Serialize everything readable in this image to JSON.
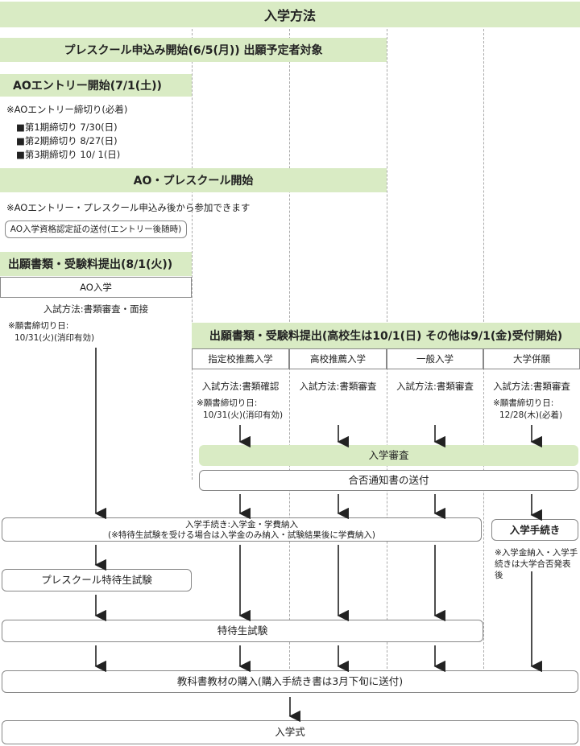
{
  "title": "入学方法",
  "prescool_start": "プレスクール申込み開始(6/5(月)) 出願予定者対象",
  "ao_entry_start": "AOエントリー開始(7/1(土))",
  "ao_entry_deadline_note": "※AOエントリー締切り(必着)",
  "deadlines": [
    "■第1期締切り 7/30(日)",
    "■第2期締切り 8/27(日)",
    "■第3期締切り 10/ 1(日)"
  ],
  "ao_prescool_start": "AO・プレスクール開始",
  "ao_participation_note": "※AOエントリー・プレスクール申込み後から参加できます",
  "ao_certificate": "AO入学資格認定証の送付(エントリー後随時)",
  "ao_submission": "出願書類・受験料提出(8/1(火))",
  "ao_admission": "AO入学",
  "ao_method": "入試方法:書類審査・面接",
  "ao_deadline_label": "※願書締切り日:",
  "ao_deadline_value": "10/31(火)(消印有効)",
  "general_submission": "出願書類・受験料提出(高校生は10/1(日) その他は9/1(金)受付開始)",
  "columns": [
    "指定校推薦入学",
    "高校推薦入学",
    "一般入学",
    "大学併願"
  ],
  "methods": [
    "入試方法:書類確認",
    "入試方法:書類審査",
    "入試方法:書類審査",
    "入試方法:書類審査"
  ],
  "designated_deadline_label": "※願書締切り日:",
  "designated_deadline_value": "10/31(火)(消印有効)",
  "university_deadline_label": "※願書締切り日:",
  "university_deadline_value": "12/28(木)(必着)",
  "screening": "入学審査",
  "acceptance_notice": "合否通知書の送付",
  "procedure_line1": "入学手続き:入学金・学費納入",
  "procedure_line2": "(※特待生試験を受ける場合は入学金のみ納入・試験結果後に学費納入)",
  "university_procedure": "入学手続き",
  "university_procedure_note": "※入学金納入・入学手続きは大学合否発表後",
  "prescool_exam": "プレスクール特待生試験",
  "scholarship_exam": "特待生試験",
  "textbook_purchase": "教科書教材の購入(購入手続き書は3月下旬に送付)",
  "ceremony": "入学式",
  "colors": {
    "green": "#d9ebc4",
    "border": "#888888",
    "arrow": "#222222"
  }
}
